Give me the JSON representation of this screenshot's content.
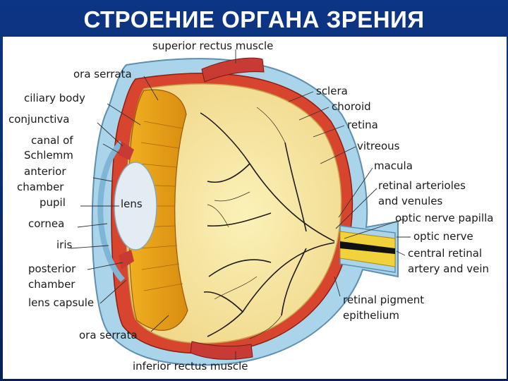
{
  "title": "СТРОЕНИЕ ОРГАНА ЗРЕНИЯ",
  "labels": {
    "superior_rectus": "superior rectus muscle",
    "ora_serrata_top": "ora serrata",
    "ciliary_body": "ciliary body",
    "conjunctiva": "conjunctiva",
    "canal_of": "canal of",
    "schlemm": "Schlemm",
    "anterior": "anterior",
    "chamber": "chamber",
    "pupil": "pupil",
    "lens": "lens",
    "cornea": "cornea",
    "iris": "iris",
    "posterior": "posterior",
    "chamber2": "chamber",
    "lens_capsule": "lens capsule",
    "ora_serrata_bottom": "ora serrata",
    "inferior_rectus": "inferior rectus muscle",
    "sclera": "sclera",
    "choroid": "choroid",
    "retina": "retina",
    "vitreous": "vitreous",
    "macula": "macula",
    "retinal_arterioles": "retinal arterioles",
    "and_venules": "and venules",
    "optic_nerve_papilla": "optic nerve papilla",
    "optic_nerve": "optic nerve",
    "central_retinal": "central retinal",
    "artery_and_vein": "artery and vein",
    "retinal_pigment": "retinal pigment",
    "epithelium": "epithelium"
  },
  "colors": {
    "background": "#0a2a6b",
    "sclera": "#a9d4ea",
    "choroid": "#d8452f",
    "vitreous": "#f7e9a0",
    "iris_body": "#e8a21a",
    "lens": "#e3ecf2",
    "muscle": "#c83a34"
  }
}
